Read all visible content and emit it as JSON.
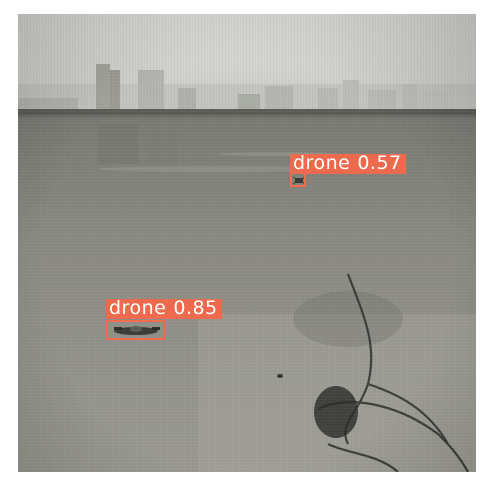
{
  "image": {
    "description_icons": [
      "city-skyline",
      "bridge",
      "river",
      "cable"
    ]
  },
  "detections": [
    {
      "label": "drone",
      "confidence": "0.57",
      "color": "#ee6a4e"
    },
    {
      "label": "drone",
      "confidence": "0.85",
      "color": "#ee6a4e"
    }
  ]
}
